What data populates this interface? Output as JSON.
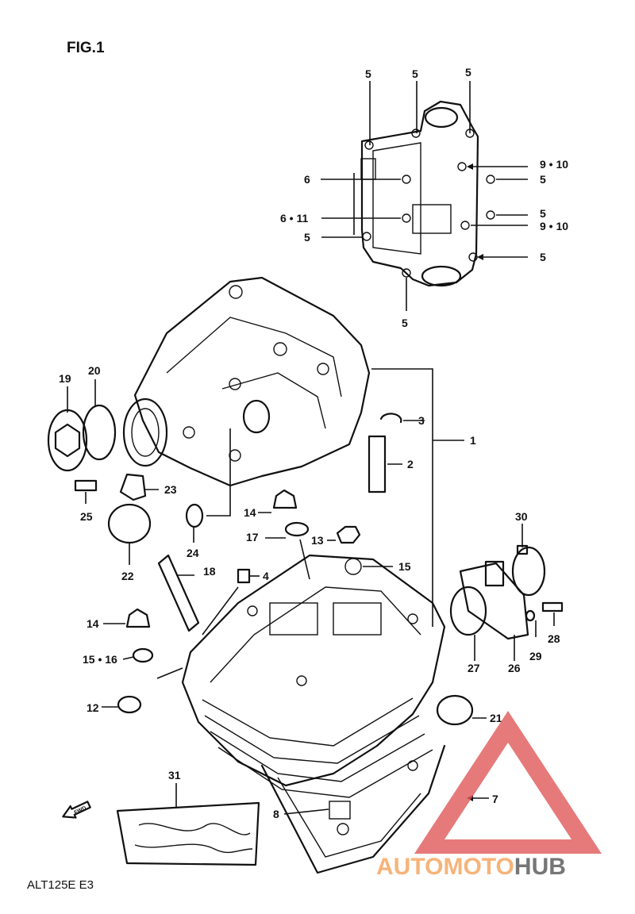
{
  "figure": {
    "title": "FIG.1",
    "model_code": "ALT125E E3",
    "fwd_label": "FWD"
  },
  "watermark": {
    "brand_part1": "AUTOMOTO",
    "brand_part2": "HUB",
    "colors": {
      "logo": "#e05a5a",
      "part1": "#f5a25a",
      "part2": "#555555"
    }
  },
  "parts": {
    "p1": "1",
    "p2": "2",
    "p3": "3",
    "p4": "4",
    "p5a": "5",
    "p5b": "5",
    "p5c": "5",
    "p5d": "5",
    "p5e": "5",
    "p5f": "5",
    "p5g": "5",
    "p5h": "5",
    "p6": "6",
    "p6_11": "6 • 11",
    "p7": "7",
    "p8": "8",
    "p9_10a": "9 • 10",
    "p9_10b": "9 • 10",
    "p12": "12",
    "p13": "13",
    "p14a": "14",
    "p14b": "14",
    "p15a": "15",
    "p15_16": "15 • 16",
    "p17": "17",
    "p18": "18",
    "p19": "19",
    "p20": "20",
    "p21": "21",
    "p22": "22",
    "p23": "23",
    "p24": "24",
    "p25": "25",
    "p26": "26",
    "p27": "27",
    "p28": "28",
    "p29": "29",
    "p30": "30",
    "p31": "31"
  }
}
